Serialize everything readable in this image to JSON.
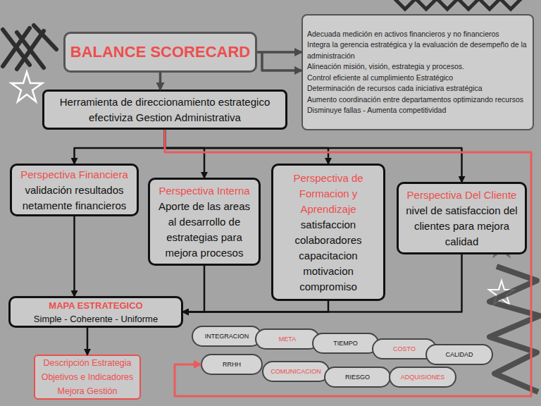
{
  "diagram": {
    "nodes": [
      {
        "text": [
          "BALANCE SCORECARD"
        ]
      },
      {
        "text": [
          "Adecuada medición en activos financieros y no financieros",
          "Integra la gerencia estratégica y la evaluación de desempeño de la administración",
          "Alineación misión, visión, estrategia y procesos.",
          "Control eficiente al cumplimiento Estratégico",
          "Determinación de recursos cada iniciativa estratégica",
          "Aumento coordinación entre departamentos optimizando recursos",
          "Disminuye fallas - Aumenta competitividad"
        ]
      },
      {
        "text": [
          "Herramienta de direccionamiento estrategico efectiviza Gestion Administrativa"
        ]
      },
      {
        "text": [
          "Perspectiva Financiera",
          "validación resultados netamente financieros"
        ]
      },
      {
        "text": [
          "Perspectiva Interna",
          "Aporte de las areas al desarrollo de estrategias para mejora procesos"
        ]
      },
      {
        "text": [
          "Perspectiva de Formacion y Aprendizaje",
          "satisfaccion colaboradores capacitacion motivacion compromiso"
        ]
      },
      {
        "text": [
          "Perspectiva Del Cliente",
          "nivel de satisfaccion del clientes para mejora calidad"
        ]
      },
      {
        "text": [
          "MAPA ESTRATEGICO",
          "Simple - Coherente - Uniforme"
        ]
      },
      {
        "text": [
          "Descripción Estrategia Objetivos e Indicadores Mejora Gestión"
        ]
      },
      {
        "text": [
          "INTEGRACION"
        ]
      },
      {
        "text": [
          "META"
        ]
      },
      {
        "text": [
          "TIEMPO"
        ]
      },
      {
        "text": [
          "COSTO"
        ]
      },
      {
        "text": [
          "CALIDAD"
        ]
      },
      {
        "text": [
          "RRHH"
        ]
      },
      {
        "text": [
          "COMUNICACION"
        ]
      },
      {
        "text": [
          "RIESGO"
        ]
      },
      {
        "text": [
          "ADQUISIONES"
        ]
      }
    ],
    "edges": [
      {
        "from": 0,
        "to": 2,
        "arrow": "to"
      },
      {
        "from": 0,
        "to": 1,
        "arrow": "to"
      },
      {
        "from": 2,
        "to": 3,
        "arrow": "to"
      },
      {
        "from": 2,
        "to": 4,
        "arrow": "to"
      },
      {
        "from": 2,
        "to": 5,
        "arrow": "to"
      },
      {
        "from": 2,
        "to": 6,
        "arrow": "to"
      },
      {
        "from": 3,
        "to": 7,
        "arrow": "to"
      },
      {
        "from": 4,
        "to": 7,
        "arrow": "to"
      },
      {
        "from": 5,
        "to": 7,
        "arrow": "to"
      },
      {
        "from": 6,
        "to": 7,
        "arrow": "to"
      },
      {
        "from": 7,
        "to": 8,
        "arrow": "to"
      },
      {
        "from": 2,
        "to": 14,
        "arrow": "to"
      }
    ]
  }
}
